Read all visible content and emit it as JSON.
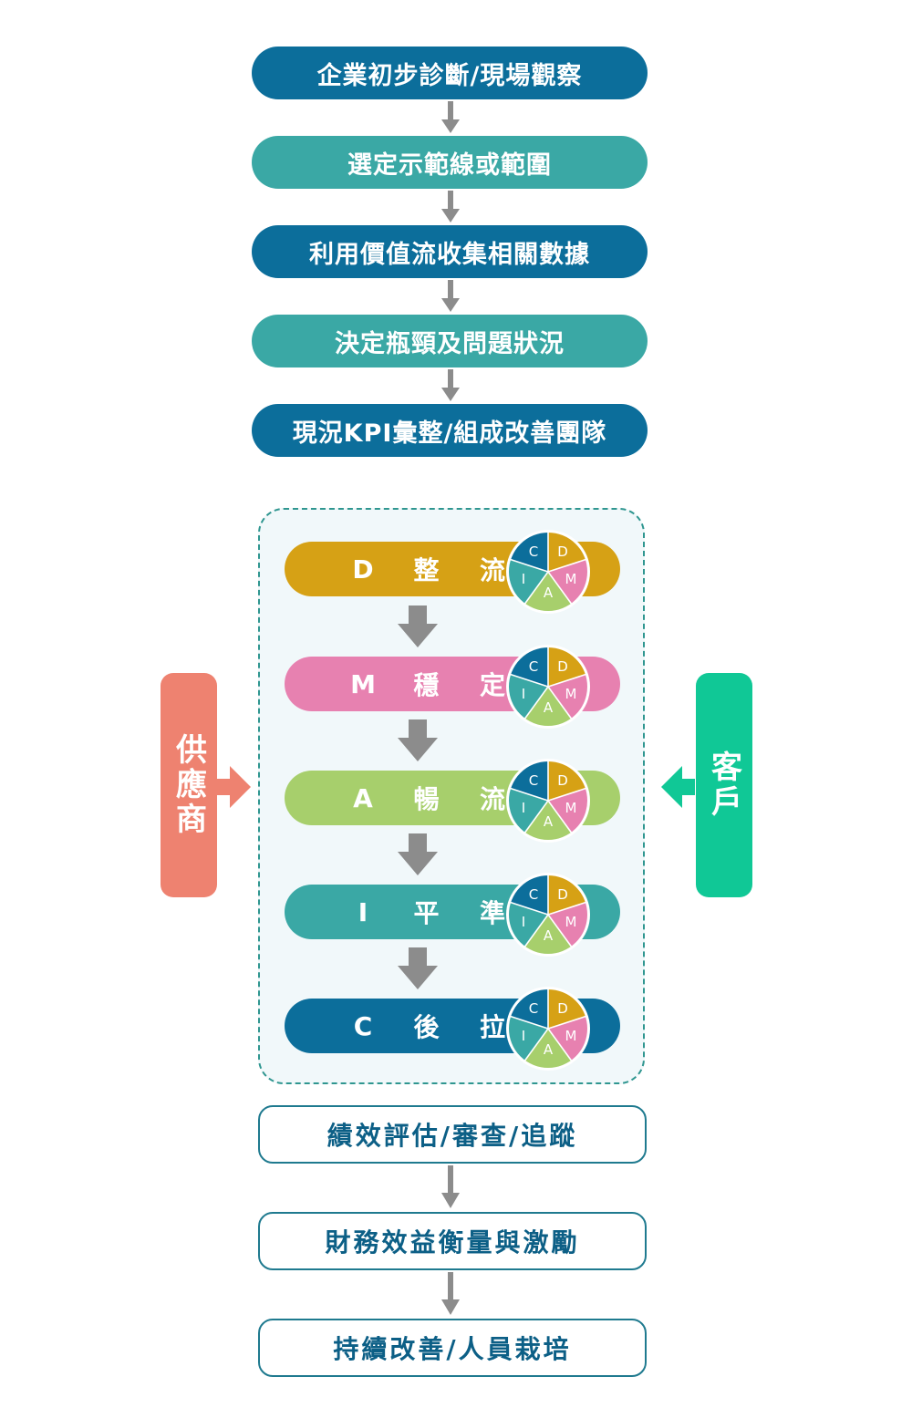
{
  "top_flow": [
    {
      "label": "企業初步診斷/現場觀察",
      "color": "#0c6e9b"
    },
    {
      "label": "選定示範線或範圍",
      "color": "#3aa8a5"
    },
    {
      "label": "利用價值流收集相關數據",
      "color": "#0c6e9b"
    },
    {
      "label": "決定瓶頸及問題狀況",
      "color": "#3aa8a5"
    },
    {
      "label": "現況KPI彙整/組成改善團隊",
      "color": "#0c6e9b"
    }
  ],
  "dcmai_steps": [
    {
      "letter": "D",
      "w1": "整",
      "w2": "流",
      "color": "#d6a115"
    },
    {
      "letter": "M",
      "w1": "穩",
      "w2": "定",
      "color": "#e781b0"
    },
    {
      "letter": "A",
      "w1": "暢",
      "w2": "流",
      "color": "#a7cf6c"
    },
    {
      "letter": "I",
      "w1": "平",
      "w2": "準",
      "color": "#3aa8a5"
    },
    {
      "letter": "C",
      "w1": "後",
      "w2": "拉",
      "color": "#0c6e9b"
    }
  ],
  "pie_labels": {
    "C": "C",
    "D": "D",
    "M": "M",
    "A": "A",
    "I": "I"
  },
  "pie_colors": {
    "C": "#0c6e9b",
    "D": "#d6a115",
    "M": "#e781b0",
    "A": "#a7cf6c",
    "I": "#3aa8a5"
  },
  "supplier": {
    "label": "供應商",
    "color": "#ee8270"
  },
  "customer": {
    "label": "客戶",
    "color": "#10c896"
  },
  "bottom_flow": [
    {
      "label": "績效評估/審查/追蹤"
    },
    {
      "label": "財務效益衡量與激勵"
    },
    {
      "label": "持續改善/人員栽培"
    }
  ],
  "arrow_color": "#8c8c8c"
}
